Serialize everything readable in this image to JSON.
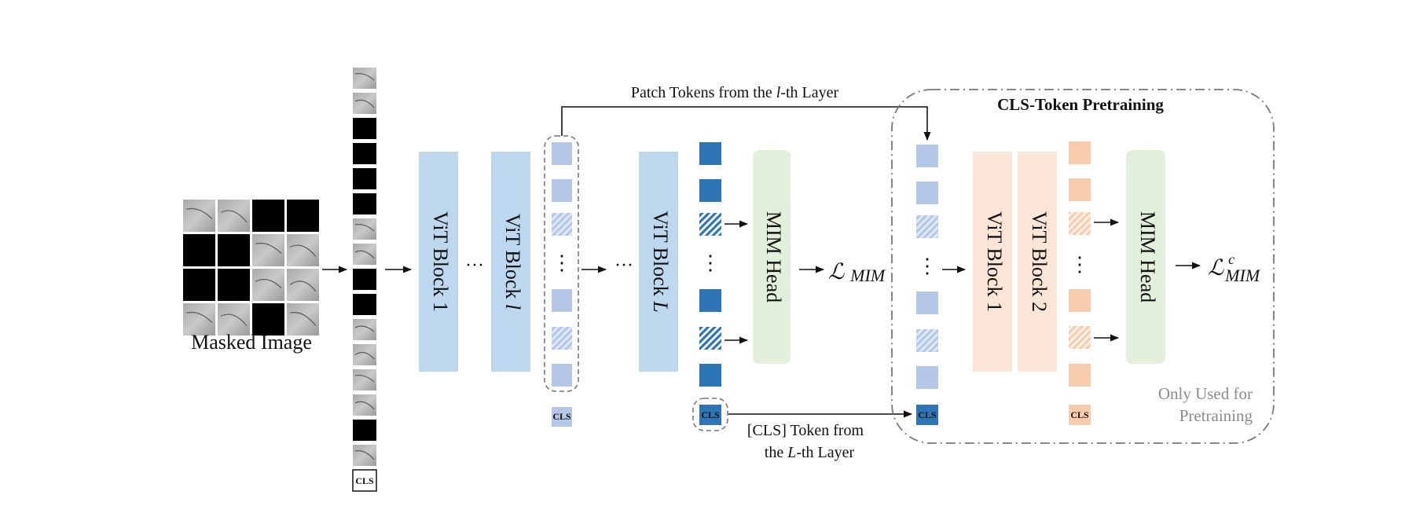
{
  "masked_image": {
    "label": "Masked Image",
    "grid": [
      [
        "img",
        "img",
        "mask",
        "mask"
      ],
      [
        "mask",
        "mask",
        "img",
        "img"
      ],
      [
        "mask",
        "mask",
        "img",
        "img"
      ],
      [
        "img",
        "img",
        "mask",
        "img"
      ]
    ]
  },
  "token_column": {
    "tokens": [
      "img",
      "img",
      "mask",
      "mask",
      "mask",
      "mask",
      "img",
      "img",
      "mask",
      "mask",
      "img",
      "img",
      "img",
      "img",
      "mask",
      "img"
    ],
    "cls_label": "CLS"
  },
  "blocks": {
    "vit1": "ViT Block 1",
    "vit_l_prefix": "ViT Block ",
    "vit_l_var": "l",
    "vit_L_prefix": "ViT Block ",
    "vit_L_var": "L",
    "mim_head": "MIM Head",
    "cls_vit1": "ViT Block 1",
    "cls_vit2": "ViT Block 2",
    "cls_mim_head": "MIM Head"
  },
  "ellipsis": {
    "h": "···",
    "v": "⋮"
  },
  "labels": {
    "patch_tokens_prefix": "Patch Tokens from the ",
    "patch_tokens_var": "l",
    "patch_tokens_suffix": "-th Layer",
    "cls_token_line1": "[CLS] Token from",
    "cls_token_line2_prefix": "the ",
    "cls_token_line2_var": "L",
    "cls_token_line2_suffix": "-th Layer",
    "cls_pretraining_title": "CLS-Token Pretraining",
    "only_used_line1": "Only Used for",
    "only_used_line2": "Pretraining",
    "loss_mim_symbol": "ℒ",
    "loss_mim_sub": "MIM",
    "loss_cmim_symbol": "ℒ",
    "loss_cmim_sup": "c",
    "loss_cmim_sub": "MIM",
    "cls": "CLS"
  },
  "colors": {
    "vit_block": "#bdd7ee",
    "light_token": "#b4c7e7",
    "dark_token": "#2e75b6",
    "mim_head": "#e2efda",
    "orange_block": "#fbe5d6",
    "orange_token": "#f8cbad",
    "dash": "#777777"
  }
}
